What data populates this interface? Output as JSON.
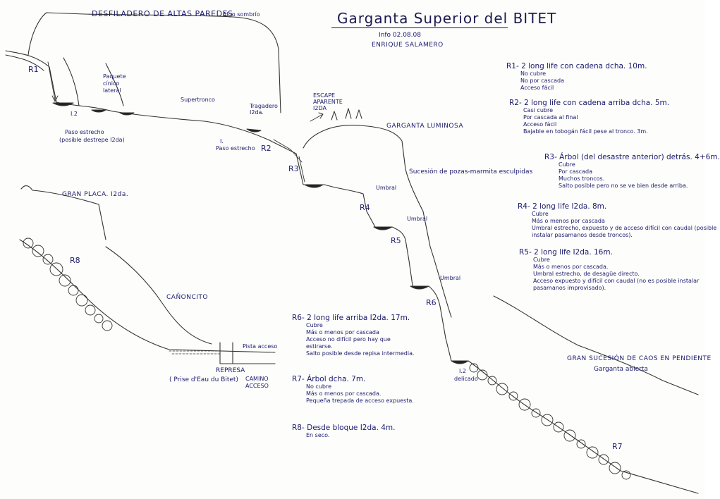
{
  "title": "Garganta Superior del BITET",
  "info": "Info 02.08.08",
  "author": "ENRIQUE SALAMERO",
  "ink_color": "#1a1a6e",
  "labels": {
    "desfiladero": "DESFILADERO DE ALTAS PAREDES",
    "desfiladero_note": "Algo sombrío",
    "garganta_luminosa": "GARGANTA LUMINOSA",
    "sucesion_pozas": "Sucesión de pozas-marmita esculpidas",
    "gran_placa": "GRAN PLACA. I2da.",
    "canoncito": "CAÑONCITO",
    "gran_sucesion": "GRAN SUCESIÓN DE CAOS EN PENDIENTE",
    "garganta_abierta": "Garganta abierta",
    "paquete_cinico": "Paquete cínico lateral",
    "r1_t2": "I.2",
    "paso_estrecho_1": "Paso estrecho",
    "posible_destrepe": "(posible destrepe I2da)",
    "supertronco": "Supertronco",
    "tragadero": "Tragadero I2da.",
    "paso_estrecho_2_marker": "I.",
    "paso_estrecho_2": "Paso estrecho",
    "escape": "ESCAPE APARENTE I2DA",
    "umbral_1": "Umbral",
    "umbral_2": "Umbral",
    "umbral_3": "Umbral",
    "r6_t2": "I.2",
    "delicado": "delicado",
    "pista_acceso": "Pista acceso",
    "represa": "REPRESA",
    "prise": "( Prise d'Eau du Bitet)",
    "camino_acceso": "CAMINO ACCESO"
  },
  "rappels": [
    {
      "label": "R1"
    },
    {
      "label": "R2"
    },
    {
      "label": "R3"
    },
    {
      "label": "R4"
    },
    {
      "label": "R5"
    },
    {
      "label": "R6"
    },
    {
      "label": "R7"
    },
    {
      "label": "R8"
    }
  ],
  "notes": {
    "r1": {
      "head": "R1- 2 long life con cadena dcha. 10m.",
      "lines": [
        "No cubre",
        "No por cascada",
        "Acceso fácil"
      ]
    },
    "r2": {
      "head": "R2- 2 long life con cadena arriba dcha. 5m.",
      "lines": [
        "Casi cubre",
        "Por cascada al final",
        "Acceso fácil",
        "Bajable en tobogán fácil pese al tronco. 3m."
      ]
    },
    "r3": {
      "head": "R3- Árbol (del desastre anterior) detrás. 4+6m.",
      "lines": [
        "Cubre",
        "Por cascada",
        "Muchos troncos.",
        "Salto posible pero no se ve bien desde arriba."
      ]
    },
    "r4": {
      "head": "R4- 2 long life I2da. 8m.",
      "lines": [
        "Cubre",
        "Más o menos por cascada",
        "Umbral estrecho, expuesto y de acceso difícil con caudal (posible",
        "instalar pasamanos desde troncos)."
      ]
    },
    "r5": {
      "head": "R5- 2 long life I2da. 16m.",
      "lines": [
        "Cubre",
        "Más o menos por cascada.",
        "Umbral estrecho, de desagüe directo.",
        "Acceso expuesto y difícil con caudal (no es posible instalar",
        "pasamanos improvisado)."
      ]
    },
    "r6": {
      "head": "R6- 2 long life arriba I2da. 17m.",
      "lines": [
        "Cubre",
        "Más o menos por cascada",
        "Acceso no difícil pero hay que",
        "estirarse.",
        "Salto posible desde repisa intermedia."
      ]
    },
    "r7": {
      "head": "R7- Árbol dcha. 7m.",
      "lines": [
        "No cubre",
        "Más o menos por cascada.",
        "Pequeña trepada de acceso expuesta."
      ]
    },
    "r8": {
      "head": "R8- Desde bloque I2da. 4m.",
      "lines": [
        "En seco."
      ]
    }
  }
}
